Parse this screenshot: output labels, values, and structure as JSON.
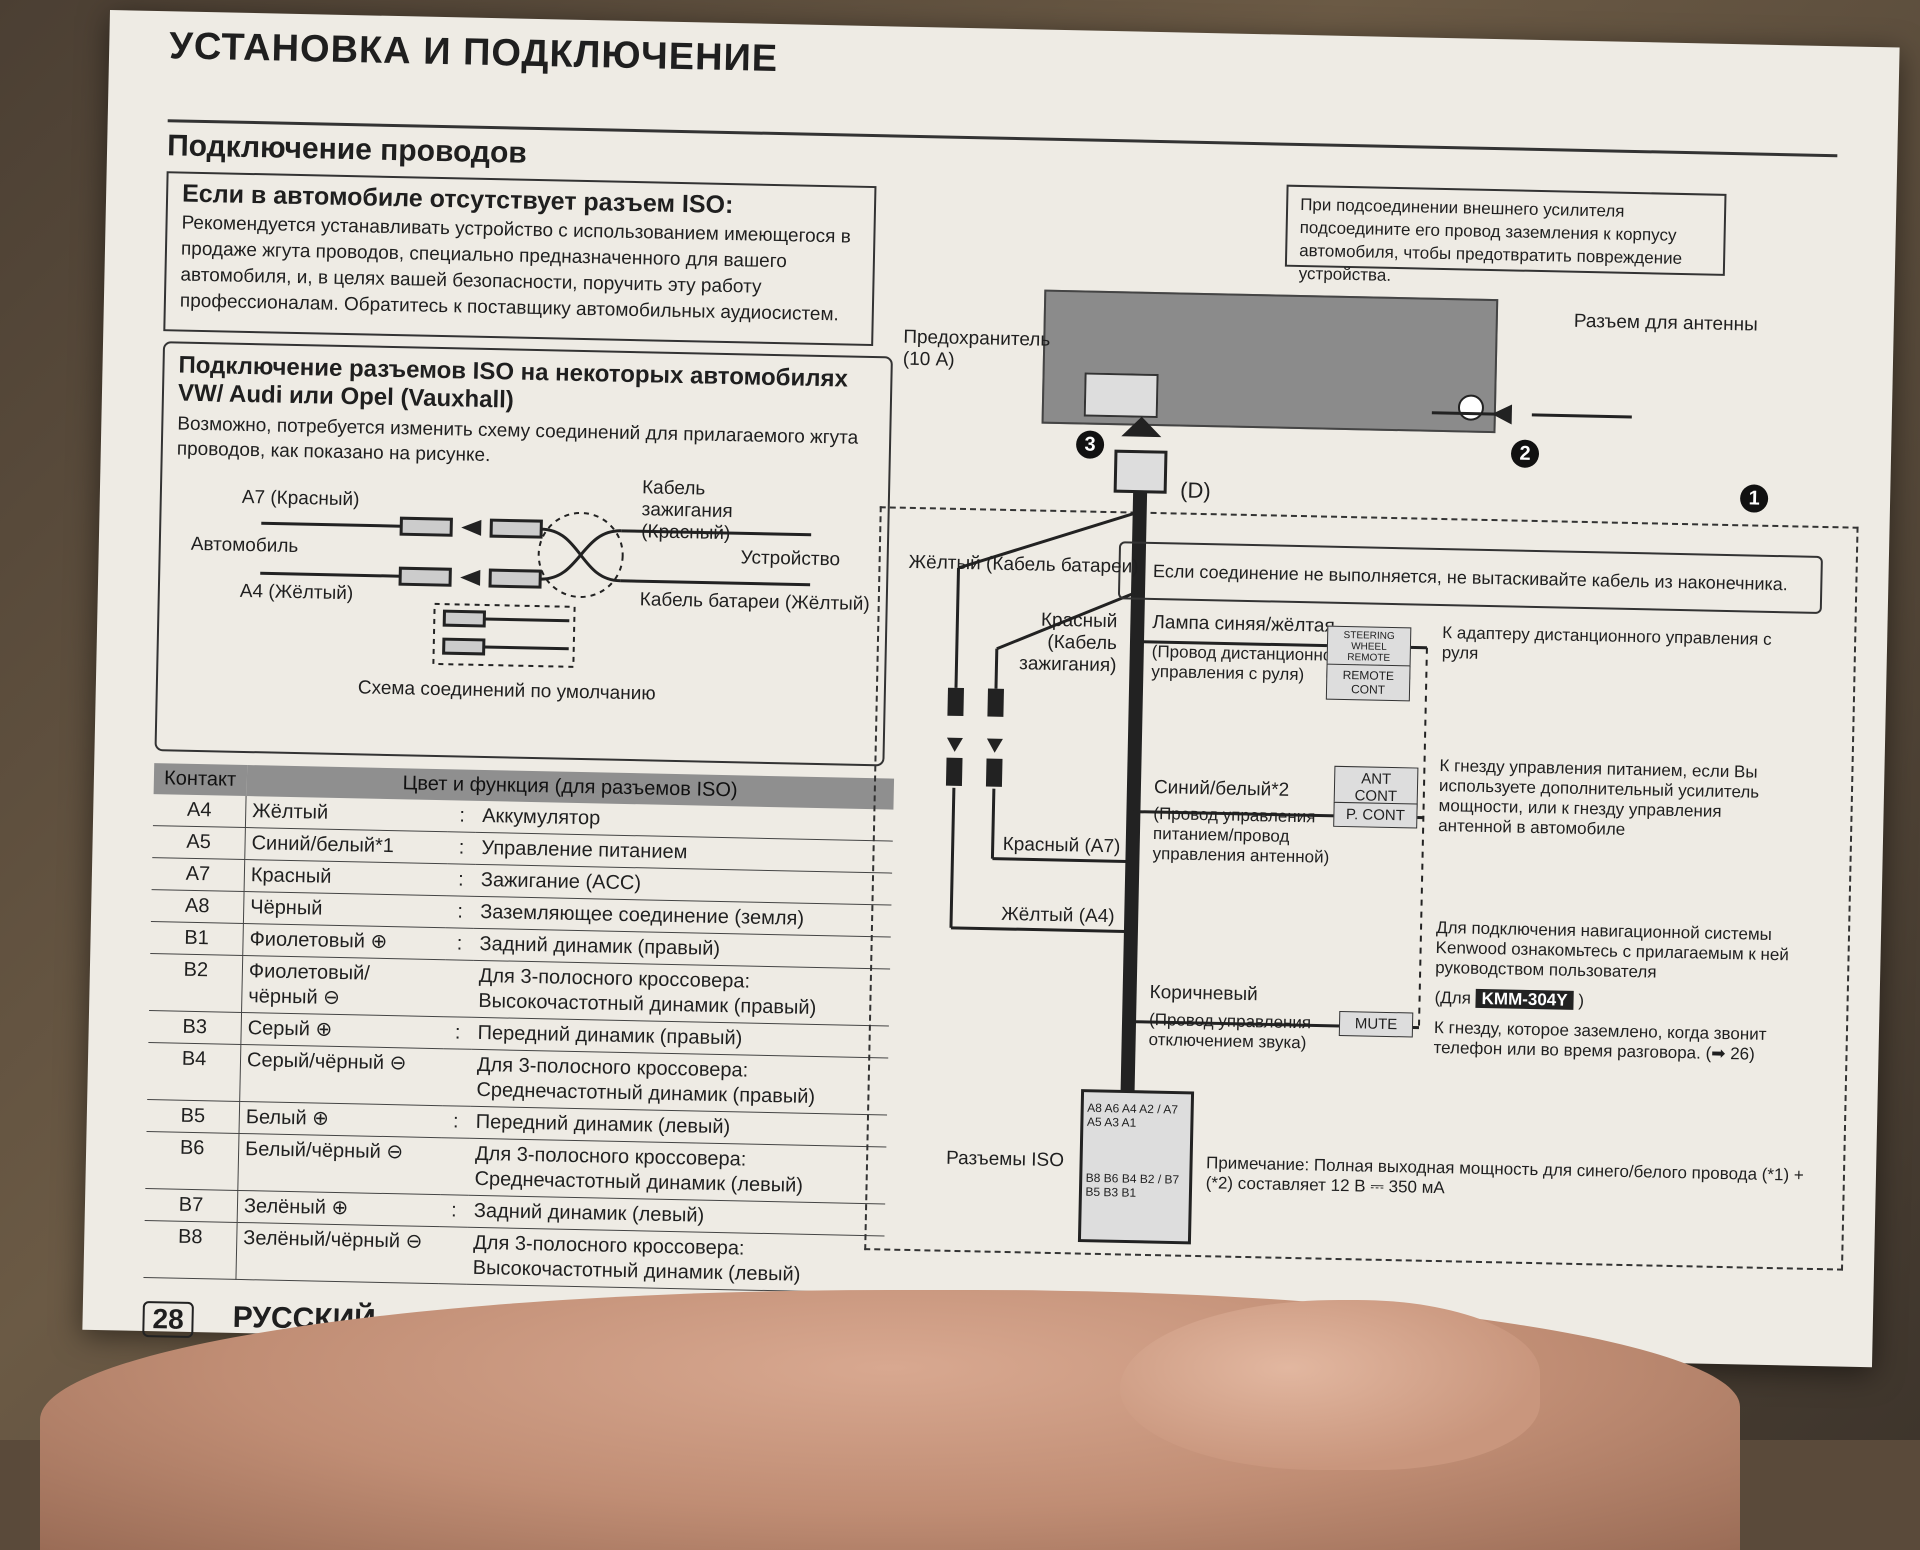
{
  "heading": "УСТАНОВКА И ПОДКЛЮЧЕНИЕ",
  "subheading": "Подключение проводов",
  "box_no_iso": {
    "title": "Если в автомобиле отсутствует разъем ISO:",
    "text": "Рекомендуется устанавливать устройство с использованием имеющегося в продаже жгута проводов, специально предназначенного для вашего автомобиля, и, в целях вашей безопасности, поручить эту работу профессионалам. Обратитесь к поставщику автомобильных аудиосистем."
  },
  "box_vw": {
    "title": "Подключение разъемов ISO на некоторых автомобилях VW/ Audi или Opel (Vauxhall)",
    "text": "Возможно, потребуется изменить схему соединений для прилагаемого жгута проводов, как показано на рисунке.",
    "a7": "A7 (Красный)",
    "car": "Автомобиль",
    "a4": "A4 (Жёлтый)",
    "ign": "Кабель зажигания (Красный)",
    "device": "Устройство",
    "bat": "Кабель батареи (Жёлтый)",
    "default": "Схема соединений по умолчанию"
  },
  "table": {
    "head_contact": "Контакт",
    "head_color": "Цвет и функция (для разъемов ISO)",
    "rows": [
      {
        "pin": "A4",
        "color": "Жёлтый",
        "sep": ":",
        "func": "Аккумулятор"
      },
      {
        "pin": "A5",
        "color": "Синий/белый*1",
        "sep": ":",
        "func": "Управление питанием"
      },
      {
        "pin": "A7",
        "color": "Красный",
        "sep": ":",
        "func": "Зажигание (ACC)"
      },
      {
        "pin": "A8",
        "color": "Чёрный",
        "sep": ":",
        "func": "Заземляющее соединение (земля)"
      },
      {
        "pin": "B1",
        "color": "Фиолетовый ⊕",
        "sep": ":",
        "func": "Задний динамик (правый)"
      },
      {
        "pin": "B2",
        "color": "Фиолетовый/чёрный ⊖",
        "sep": "",
        "func": "Для 3-полосного кроссовера: Высокочастотный динамик (правый)"
      },
      {
        "pin": "B3",
        "color": "Серый ⊕",
        "sep": ":",
        "func": "Передний динамик (правый)"
      },
      {
        "pin": "B4",
        "color": "Серый/чёрный ⊖",
        "sep": "",
        "func": "Для 3-полосного кроссовера: Среднечастотный динамик (правый)"
      },
      {
        "pin": "B5",
        "color": "Белый ⊕",
        "sep": ":",
        "func": "Передний динамик (левый)"
      },
      {
        "pin": "B6",
        "color": "Белый/чёрный ⊖",
        "sep": "",
        "func": "Для 3-полосного кроссовера: Среднечастотный динамик (левый)"
      },
      {
        "pin": "B7",
        "color": "Зелёный ⊕",
        "sep": ":",
        "func": "Задний динамик (левый)"
      },
      {
        "pin": "B8",
        "color": "Зелёный/чёрный ⊖",
        "sep": "",
        "func": "Для 3-полосного кроссовера: Высокочастотный динамик (левый)"
      }
    ]
  },
  "footer": {
    "page": "28",
    "lang": "РУССКИЙ"
  },
  "diagram": {
    "amp_note": "При подсоединении внешнего усилителя подсоедините его провод заземления к корпусу автомобиля, чтобы предотвратить повреждение устройства.",
    "antenna": "Разъем для антенны",
    "fuse": "Предохранитель (10 A)",
    "num1": "1",
    "num2": "2",
    "num3": "3",
    "d_label": "(D)",
    "warning": "Если соединение не выполняется, не вытаскивайте кабель из наконечника.",
    "yellow_bat": "Жёлтый (Кабель батареи)",
    "red_ign": "Красный (Кабель зажигания)",
    "lamp": "Лампа синяя/жёлтая",
    "lamp_sub": "(Провод дистанционного управления с руля)",
    "steering": "STEERING WHEEL REMOTE INPUT",
    "remote_cont": "REMOTE CONT",
    "adapter": "К адаптеру дистанционного управления с руля",
    "blue_white": "Синий/белый*2",
    "blue_white_sub": "(Провод управления питанием/провод управления антенной)",
    "ant_cont": "ANT CONT",
    "p_cont": "P. CONT",
    "power_jack": "К гнезду управления питанием, если Вы используете дополнительный усилитель мощности, или к гнезду управления антенной в автомобиле",
    "red_a7": "Красный (A7)",
    "yellow_a4": "Жёлтый (A4)",
    "nav": "Для подключения навигационной системы Kenwood ознакомьтесь с прилагаемым к ней руководством пользователя",
    "kmm_pre": "(Для",
    "kmm": "KMM-304Y",
    "kmm_post": ")",
    "ground_jack": "К гнезду, которое заземлено, когда звонит телефон или во время разговора. (➡ 26)",
    "brown": "Коричневый",
    "brown_sub": "(Провод управления отключением звука)",
    "mute": "MUTE",
    "iso": "Разъемы ISO",
    "iso_a": "A8 A6 A4 A2 / A7 A5 A3 A1",
    "iso_b": "B8 B6 B4 B2 / B7 B5 B3 B1",
    "power_note": "Примечание: Полная выходная мощность для синего/белого провода (*1) + (*2) составляет 12 В ⎓ 350 мА"
  }
}
